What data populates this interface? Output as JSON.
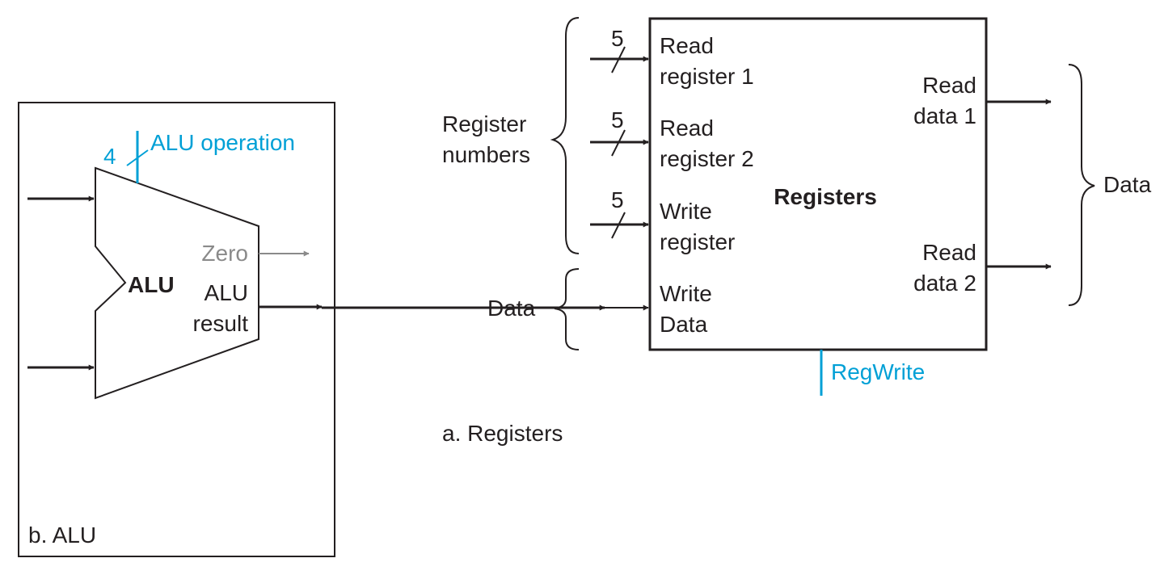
{
  "colors": {
    "ink": "#231f20",
    "control": "#00a0d6",
    "muted": "#8a8a8a",
    "background": "#ffffff"
  },
  "alu_panel": {
    "caption": "b. ALU",
    "unit_label": "ALU",
    "operation_label": "ALU operation",
    "operation_width": "4",
    "zero_label": "Zero",
    "result_label_line1": "ALU",
    "result_label_line2": "result"
  },
  "registers_panel": {
    "caption": "a. Registers",
    "unit_label": "Registers",
    "read_register_1": [
      "Read",
      "register 1"
    ],
    "read_register_2": [
      "Read",
      "register 2"
    ],
    "write_register": [
      "Write",
      "register"
    ],
    "write_data": [
      "Write",
      "Data"
    ],
    "read_data_1": [
      "Read",
      "data 1"
    ],
    "read_data_2": [
      "Read",
      "data 2"
    ],
    "bus_widths": [
      "5",
      "5",
      "5"
    ],
    "register_numbers_label": [
      "Register",
      "numbers"
    ],
    "data_in_label": "Data",
    "data_out_label": "Data",
    "control_label": "RegWrite"
  }
}
